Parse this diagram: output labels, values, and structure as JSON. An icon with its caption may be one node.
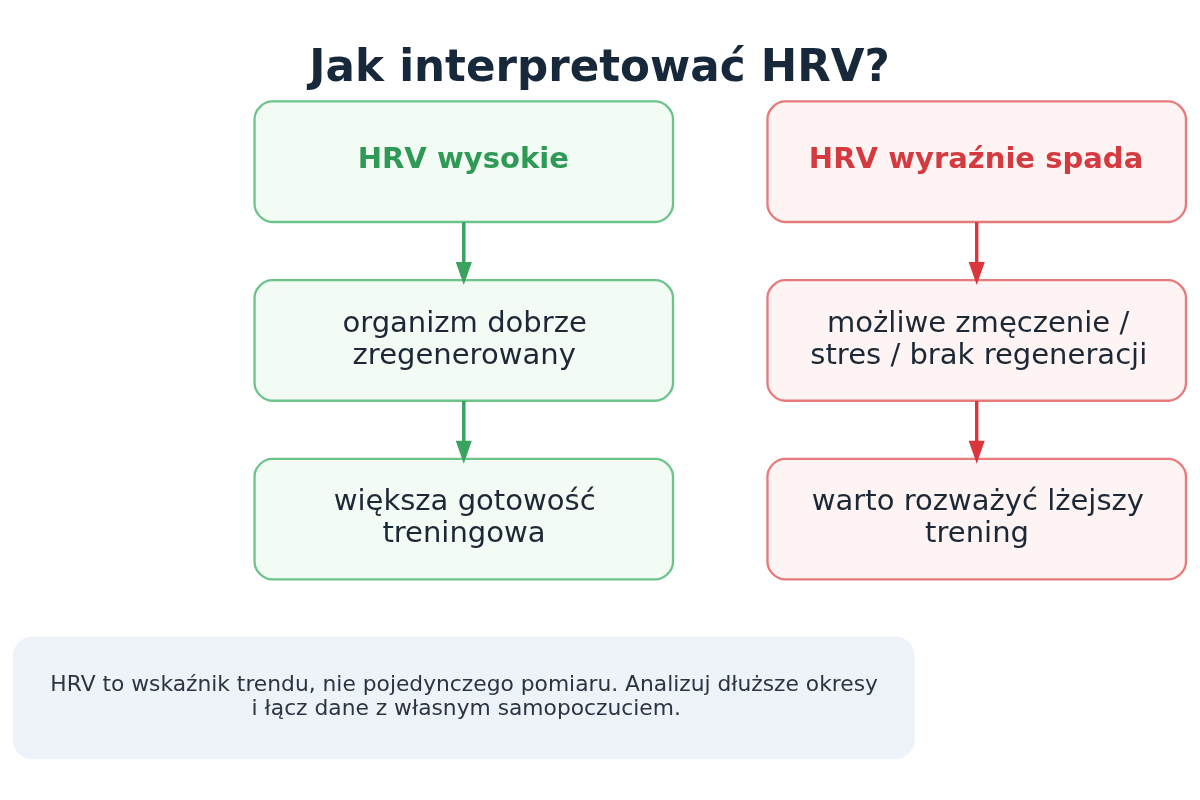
{
  "diagram": {
    "title": "Jak interpretować HRV?",
    "nodes": [
      {
        "text": [
          "HRV wysokie"
        ]
      },
      {
        "text": [
          "organizm dobrze zregenerowany"
        ]
      },
      {
        "text": [
          "większa gotowość treningowa"
        ]
      },
      {
        "text": [
          "HRV wyraźnie spada"
        ]
      },
      {
        "text": [
          "możliwe zmęczenie / stres / brak regeneracji"
        ]
      },
      {
        "text": [
          "warto rozważyć lżejszy trening"
        ]
      },
      {
        "text": [
          "HRV to wskaźnik trendu, nie pojedynczego pomiaru. Analizuj dłuższe okresy i łącz dane z własnym samopoczuciem."
        ]
      }
    ],
    "edges": [
      {
        "from": 0,
        "to": 1,
        "arrow": "to",
        "color": "#3aa35f"
      },
      {
        "from": 1,
        "to": 2,
        "arrow": "to",
        "color": "#3aa35f"
      },
      {
        "from": 3,
        "to": 4,
        "arrow": "to",
        "color": "#d9363e"
      },
      {
        "from": 4,
        "to": 5,
        "arrow": "to",
        "color": "#d9363e"
      }
    ]
  }
}
